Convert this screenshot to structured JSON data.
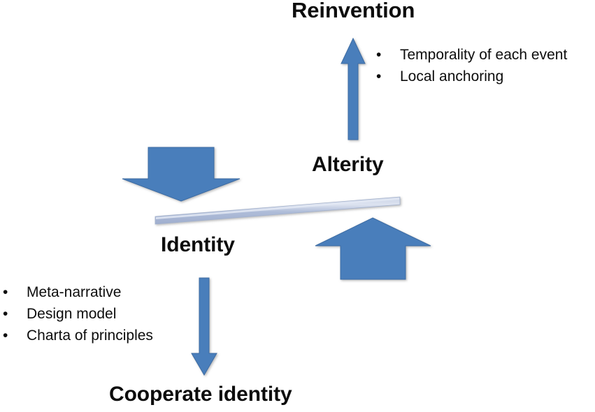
{
  "diagram": {
    "type": "seesaw-balance-concept-diagram",
    "background_color": "#ffffff",
    "palette": {
      "arrow_blue": "#4A7EBB",
      "arrow_blue_stroke": "#3C6CA3",
      "beam_light_blue": "#AEBCD8",
      "beam_highlight": "#D4DCEB",
      "text_black": "#0D0D0D"
    },
    "labels": {
      "reinvention": "Reinvention",
      "alterity": "Alterity",
      "identity": "Identity",
      "cooperate_identity": "Cooperate identity"
    },
    "bullets_reinvention": [
      {
        "marker": "•",
        "text": "Temporality of each event"
      },
      {
        "marker": "•",
        "text": "Local anchoring"
      }
    ],
    "bullets_identity": [
      {
        "marker": "•",
        "text": "Meta-narrative"
      },
      {
        "marker": "•",
        "text": "Design model"
      },
      {
        "marker": "•",
        "text": "Charta of principles"
      }
    ],
    "shapes": {
      "thin_arrow_up_to_reinvention": "thin-up-arrow-icon",
      "thin_arrow_down_to_cooperate_identity": "thin-down-arrow-icon",
      "thick_arrow_down_identity_side": "thick-down-arrow-icon",
      "thick_arrow_up_alterity_side": "thick-up-arrow-icon",
      "balance_beam": "tilted-beam-icon"
    }
  }
}
